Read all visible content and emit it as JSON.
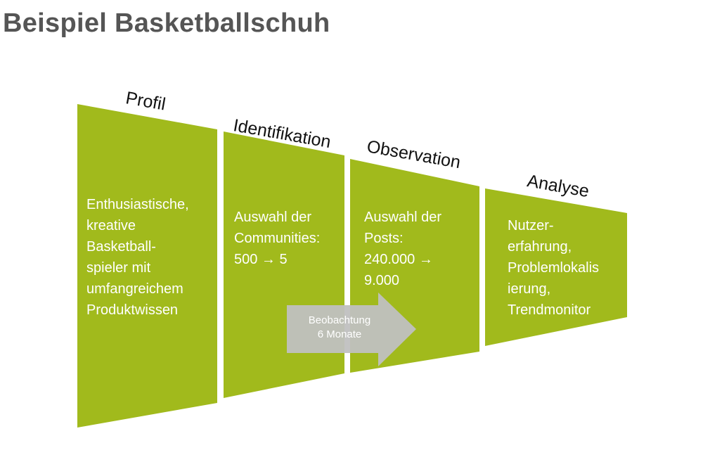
{
  "title": "Beispiel Basketballschuh",
  "colors": {
    "panel": "#a1ba1c",
    "arrow": "#c0c0c0",
    "title": "#555555",
    "label": "#111111",
    "panel_text": "#ffffff"
  },
  "stages": [
    {
      "label": "Profil",
      "lines": [
        "Enthusiastische,",
        "kreative",
        "Basketball-",
        "spieler mit",
        "umfangreichem",
        "Produktwissen"
      ]
    },
    {
      "label": "Identifikation",
      "lines": [
        "Auswahl der",
        "Communities:",
        "500 → 5"
      ]
    },
    {
      "label": "Observation",
      "lines": [
        "Auswahl der",
        "Posts:",
        "240.000 →",
        "9.000"
      ]
    },
    {
      "label": "Analyse",
      "lines": [
        "Nutzer-",
        "erfahrung,",
        "Problemlokalis",
        "ierung,",
        "Trendmonitor"
      ]
    }
  ],
  "arrow": {
    "lines": [
      "Beobachtung",
      "6 Monate"
    ]
  }
}
